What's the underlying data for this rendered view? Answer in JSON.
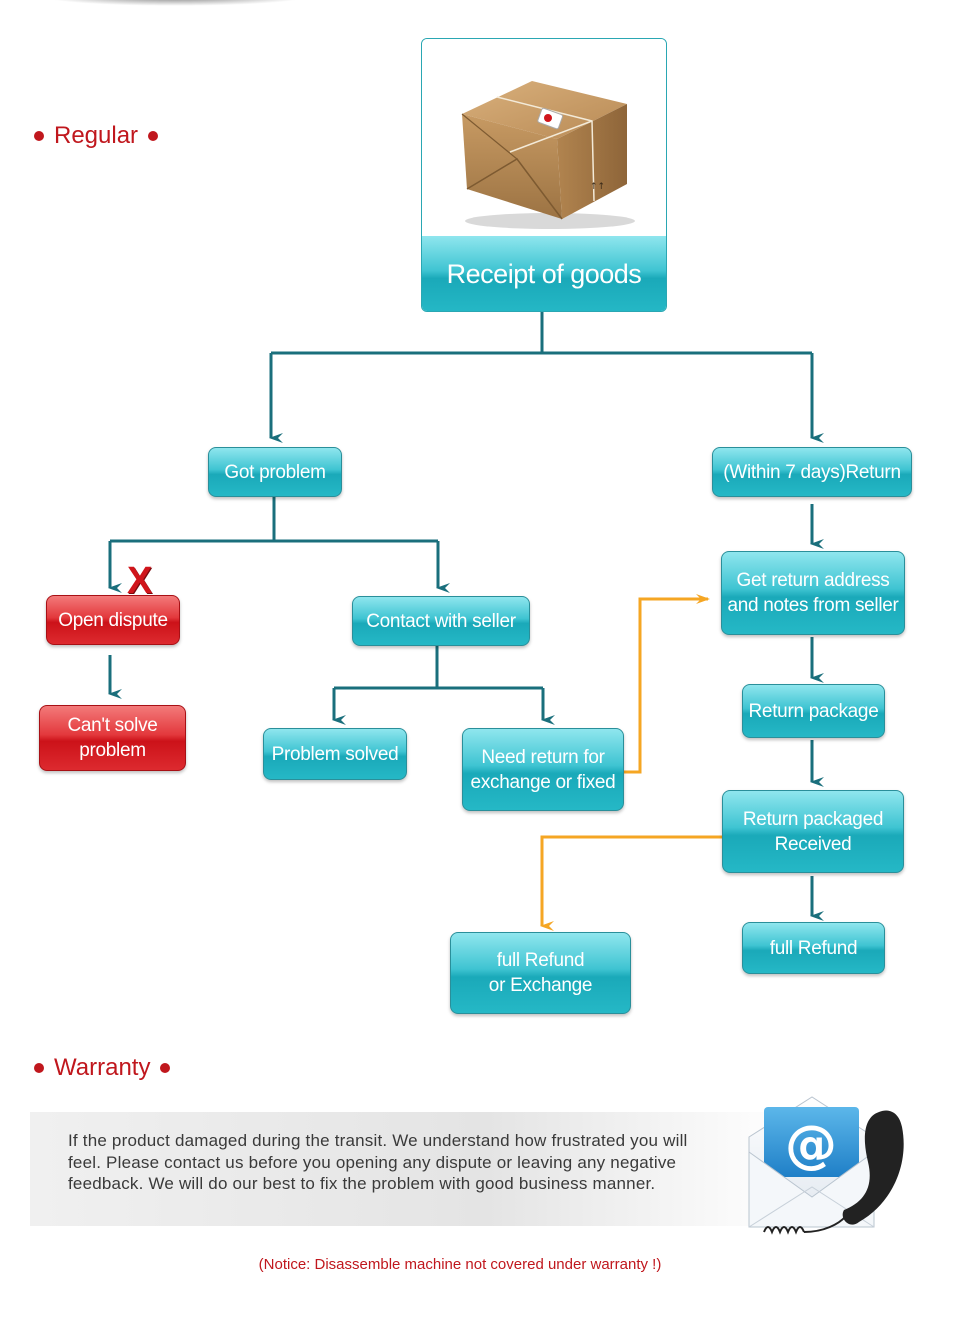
{
  "sections": {
    "regular": "Regular",
    "warranty": "Warranty"
  },
  "flow": {
    "top": "Receipt of goods",
    "got_problem": "Got problem",
    "return_within": "(Within 7 days)Return",
    "open_dispute": "Open dispute",
    "cant_solve": [
      "Can't solve",
      "problem"
    ],
    "contact_seller": "Contact with seller",
    "problem_solved": "Problem solved",
    "need_return": [
      "Need return for",
      "exchange or fixed"
    ],
    "get_address": [
      "Get return address",
      "and notes from seller"
    ],
    "return_package": "Return package",
    "return_received": [
      "Return packaged",
      "Received"
    ],
    "full_refund": "full Refund",
    "refund_exchange": [
      "full Refund",
      "or Exchange"
    ]
  },
  "warranty_text": "If the product damaged during the transit. We understand how frustrated you will feel. Please contact us before you opening any dispute or leaving any negative feedback. We will do our best to fix the problem with good business manner.",
  "notice": "(Notice: Disassemble machine not covered under warranty !)",
  "icons": {
    "package": "package-image",
    "mail": "email-icon",
    "phone": "telephone-icon",
    "reject": "x-mark-icon"
  },
  "colors": {
    "teal": "#1aa9b9",
    "red": "#cc1219",
    "connector": "#1a6f7c",
    "orange": "#f5a623",
    "title_red": "#c0171d"
  }
}
